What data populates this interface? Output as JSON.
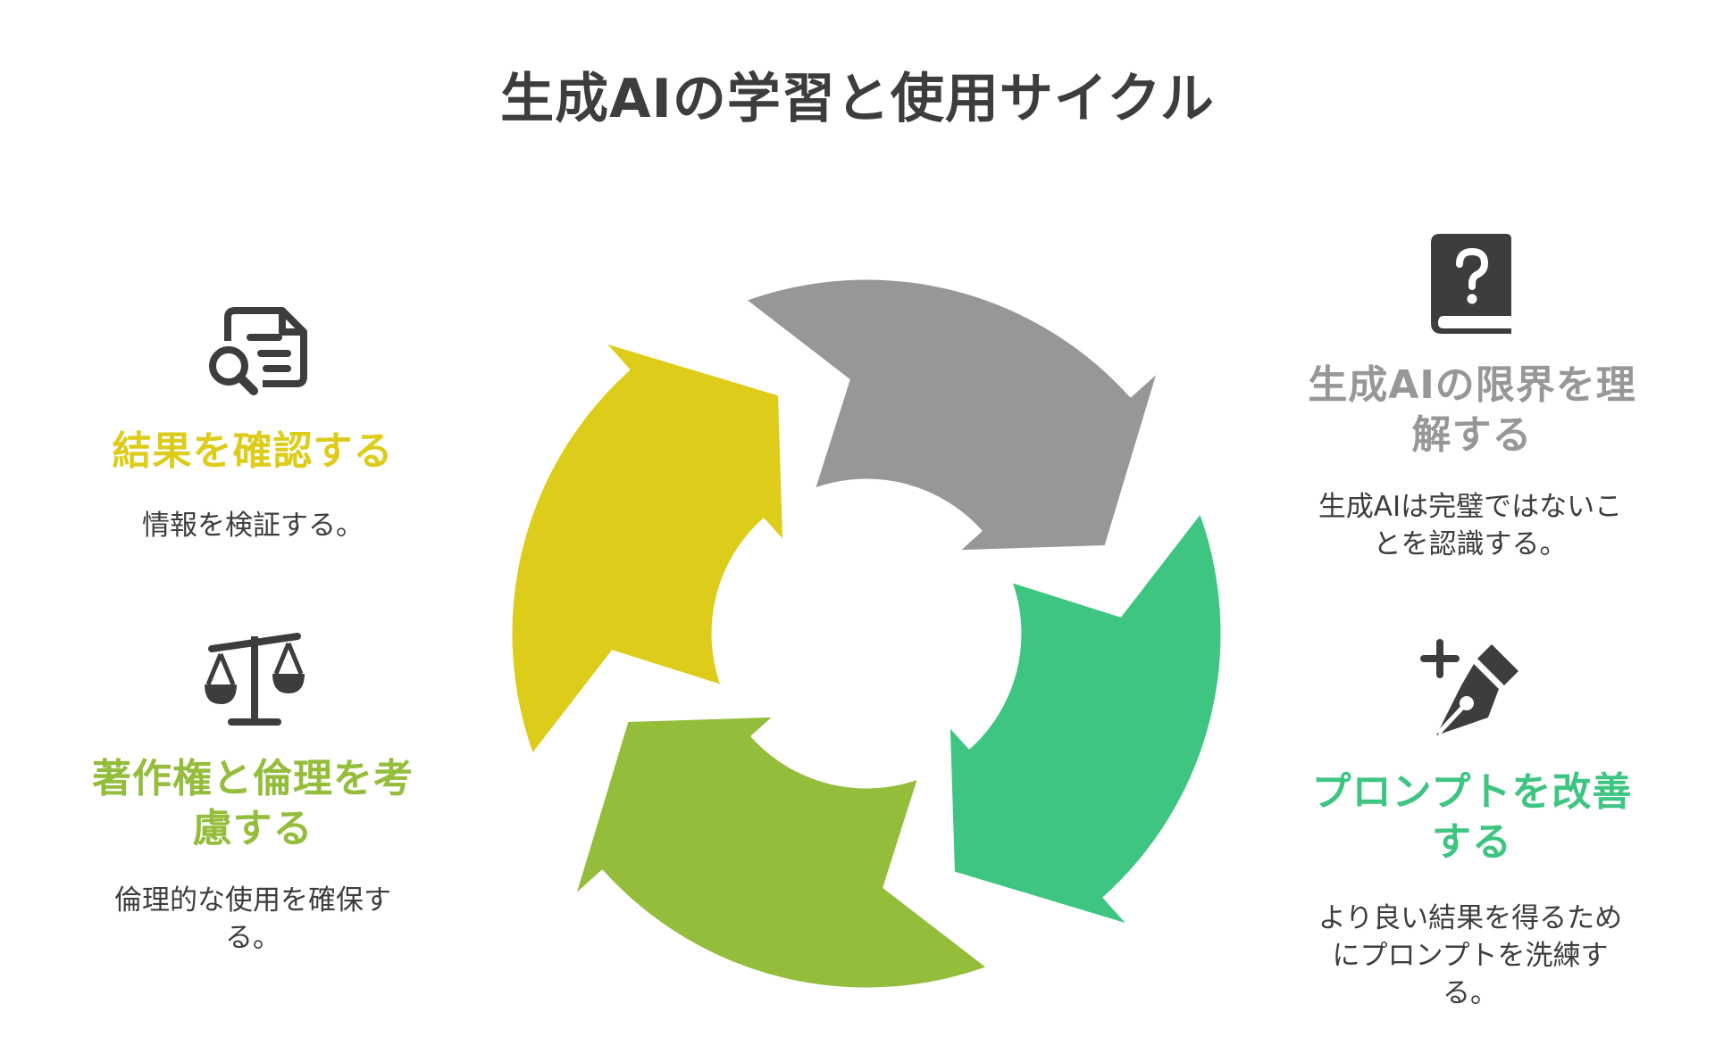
{
  "title": "生成AIの学習と使用サイクル",
  "colors": {
    "yellow": "#DDCC1A",
    "gray": "#979797",
    "green": "#3EC582",
    "olive": "#93BD3A",
    "icon": "#3d3d3d",
    "text": "#3d3d3d"
  },
  "steps": [
    {
      "id": "check",
      "icon": "document-search-icon",
      "title": "結果を確認する",
      "desc": "情報を検証する。"
    },
    {
      "id": "ethics",
      "icon": "balance-scale-icon",
      "title": "著作権と倫理を考慮する",
      "desc": "倫理的な使用を確保する。"
    },
    {
      "id": "limits",
      "icon": "question-book-icon",
      "title": "生成AIの限界を理解する",
      "desc": "生成AIは完璧ではないことを認識する。"
    },
    {
      "id": "prompt",
      "icon": "pen-plus-icon",
      "title": "プロンプトを改善する",
      "desc": "より良い結果を得るためにプロンプトを洗練する。"
    }
  ]
}
